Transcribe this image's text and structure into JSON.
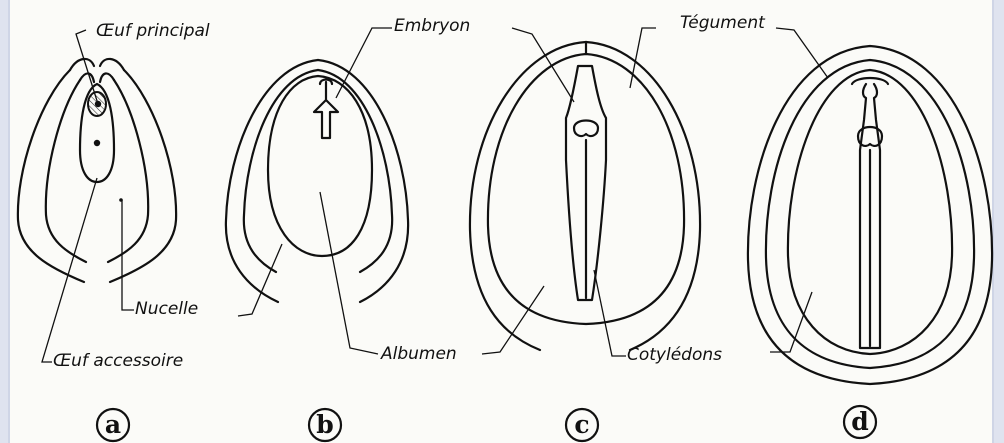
{
  "labels": {
    "oeuf_principal": "Œuf principal",
    "embryon": "Embryon",
    "tegument": "Tégument",
    "nucelle": "Nucelle",
    "oeuf_accessoire": "Œuf accessoire",
    "albumen": "Albumen",
    "cotyledons": "Cotylédons"
  },
  "stages": [
    "a",
    "b",
    "c",
    "d"
  ]
}
